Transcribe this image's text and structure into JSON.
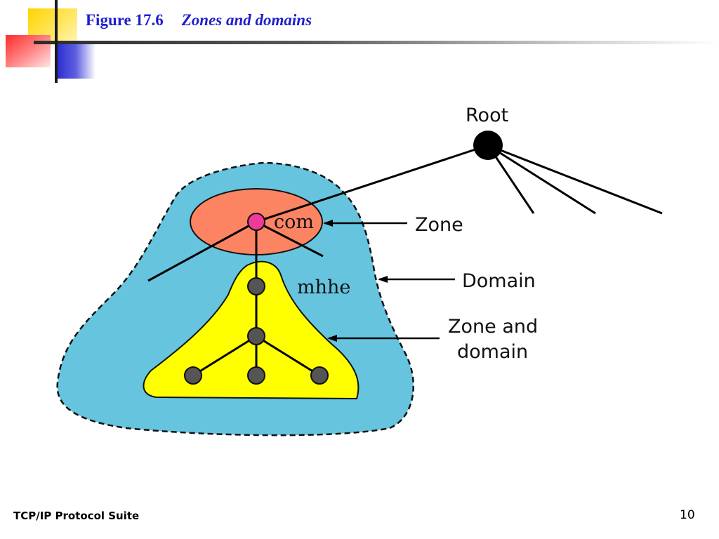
{
  "slide": {
    "figure_number": "Figure 17.6",
    "figure_title": "Zones and domains",
    "footer_left": "TCP/IP Protocol Suite",
    "page_number": "10"
  },
  "diagram": {
    "labels": {
      "root": "Root",
      "com": "com",
      "zone": "Zone",
      "mhhe": "mhhe",
      "domain": "Domain",
      "zone_and_domain_line1": "Zone and",
      "zone_and_domain_line2": "domain"
    },
    "colors": {
      "domain_fill": "#66c4de",
      "zone_fill": "#fc8463",
      "zone_and_domain_fill": "#ffff00",
      "com_node": "#ee3a9a",
      "root_node": "#000000",
      "leaf_node": "#555555",
      "title_color": "#1f1fcc"
    }
  }
}
